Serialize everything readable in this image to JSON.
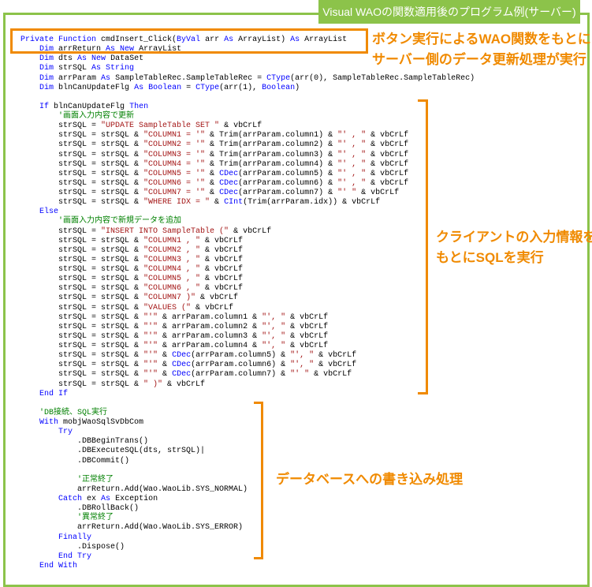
{
  "title": "Visual WAOの関数適用後のプログラム例(サーバー)",
  "annotations": {
    "top_line1": "ボタン実行によるWAO関数をもとに",
    "top_line2": "サーバー側のデータ更新処理が実行",
    "middle_line1": "クライアントの入力情報を",
    "middle_line2": "もとにSQLを実行",
    "bottom": "データベースへの書き込み処理"
  },
  "colors": {
    "frame": "#8cc34a",
    "accent": "#f08a00",
    "keyword": "#0000ff",
    "string": "#a31515",
    "comment": "#008000"
  },
  "code_lines": [
    [
      [
        "Private Function",
        "k"
      ],
      [
        " cmdInsert_Click(",
        ""
      ],
      [
        "ByVal",
        "k"
      ],
      [
        " arr ",
        ""
      ],
      [
        "As",
        "k"
      ],
      [
        " ArrayList) ",
        ""
      ],
      [
        "As",
        "k"
      ],
      [
        " ArrayList",
        ""
      ]
    ],
    [
      [
        "    ",
        ""
      ],
      [
        "Dim",
        "k"
      ],
      [
        " arrReturn ",
        ""
      ],
      [
        "As New",
        "k"
      ],
      [
        " ArrayList",
        ""
      ]
    ],
    [
      [
        "    ",
        ""
      ],
      [
        "Dim",
        "k"
      ],
      [
        " dts ",
        ""
      ],
      [
        "As New",
        "k"
      ],
      [
        " DataSet",
        ""
      ]
    ],
    [
      [
        "    ",
        ""
      ],
      [
        "Dim",
        "k"
      ],
      [
        " strSQL ",
        ""
      ],
      [
        "As String",
        "k"
      ]
    ],
    [
      [
        "    ",
        ""
      ],
      [
        "Dim",
        "k"
      ],
      [
        " arrParam ",
        ""
      ],
      [
        "As",
        "k"
      ],
      [
        " SampleTableRec.SampleTableRec = ",
        ""
      ],
      [
        "CType",
        "k"
      ],
      [
        "(arr(0), SampleTableRec.SampleTableRec)",
        ""
      ]
    ],
    [
      [
        "    ",
        ""
      ],
      [
        "Dim",
        "k"
      ],
      [
        " blnCanUpdateFlg ",
        ""
      ],
      [
        "As Boolean",
        "k"
      ],
      [
        " = ",
        ""
      ],
      [
        "CType",
        "k"
      ],
      [
        "(arr(1), ",
        ""
      ],
      [
        "Boolean",
        "k"
      ],
      [
        ")",
        ""
      ]
    ],
    [],
    [
      [
        "    ",
        ""
      ],
      [
        "If",
        "k"
      ],
      [
        " blnCanUpdateFlg ",
        ""
      ],
      [
        "Then",
        "k"
      ]
    ],
    [
      [
        "        ",
        ""
      ],
      [
        "'画面入力内容で更新",
        "c"
      ]
    ],
    [
      [
        "        strSQL = ",
        ""
      ],
      [
        "\"UPDATE SampleTable SET \"",
        "s"
      ],
      [
        " & vbCrLf",
        ""
      ]
    ],
    [
      [
        "        strSQL = strSQL & ",
        ""
      ],
      [
        "\"COLUMN1 = '\"",
        "s"
      ],
      [
        " & Trim(arrParam.column1) & ",
        ""
      ],
      [
        "\"' , \"",
        "s"
      ],
      [
        " & vbCrLf",
        ""
      ]
    ],
    [
      [
        "        strSQL = strSQL & ",
        ""
      ],
      [
        "\"COLUMN2 = '\"",
        "s"
      ],
      [
        " & Trim(arrParam.column2) & ",
        ""
      ],
      [
        "\"' , \"",
        "s"
      ],
      [
        " & vbCrLf",
        ""
      ]
    ],
    [
      [
        "        strSQL = strSQL & ",
        ""
      ],
      [
        "\"COLUMN3 = '\"",
        "s"
      ],
      [
        " & Trim(arrParam.column3) & ",
        ""
      ],
      [
        "\"' , \"",
        "s"
      ],
      [
        " & vbCrLf",
        ""
      ]
    ],
    [
      [
        "        strSQL = strSQL & ",
        ""
      ],
      [
        "\"COLUMN4 = '\"",
        "s"
      ],
      [
        " & Trim(arrParam.column4) & ",
        ""
      ],
      [
        "\"' , \"",
        "s"
      ],
      [
        " & vbCrLf",
        ""
      ]
    ],
    [
      [
        "        strSQL = strSQL & ",
        ""
      ],
      [
        "\"COLUMN5 = '\"",
        "s"
      ],
      [
        " & ",
        ""
      ],
      [
        "CDec",
        "k"
      ],
      [
        "(arrParam.column5) & ",
        ""
      ],
      [
        "\"' , \"",
        "s"
      ],
      [
        " & vbCrLf",
        ""
      ]
    ],
    [
      [
        "        strSQL = strSQL & ",
        ""
      ],
      [
        "\"COLUMN6 = '\"",
        "s"
      ],
      [
        " & ",
        ""
      ],
      [
        "CDec",
        "k"
      ],
      [
        "(arrParam.column6) & ",
        ""
      ],
      [
        "\"' , \"",
        "s"
      ],
      [
        " & vbCrLf",
        ""
      ]
    ],
    [
      [
        "        strSQL = strSQL & ",
        ""
      ],
      [
        "\"COLUMN7 = '\"",
        "s"
      ],
      [
        " & ",
        ""
      ],
      [
        "CDec",
        "k"
      ],
      [
        "(arrParam.column7) & ",
        ""
      ],
      [
        "\"' \"",
        "s"
      ],
      [
        " & vbCrLf",
        ""
      ]
    ],
    [
      [
        "        strSQL = strSQL & ",
        ""
      ],
      [
        "\"WHERE IDX = \"",
        "s"
      ],
      [
        " & ",
        ""
      ],
      [
        "CInt",
        "k"
      ],
      [
        "(Trim(arrParam.idx)) & vbCrLf",
        ""
      ]
    ],
    [
      [
        "    ",
        ""
      ],
      [
        "Else",
        "k"
      ]
    ],
    [
      [
        "        ",
        ""
      ],
      [
        "'画面入力内容で新規データを追加",
        "c"
      ]
    ],
    [
      [
        "        strSQL = ",
        ""
      ],
      [
        "\"INSERT INTO SampleTable (\"",
        "s"
      ],
      [
        " & vbCrLf",
        ""
      ]
    ],
    [
      [
        "        strSQL = strSQL & ",
        ""
      ],
      [
        "\"COLUMN1 , \"",
        "s"
      ],
      [
        " & vbCrLf",
        ""
      ]
    ],
    [
      [
        "        strSQL = strSQL & ",
        ""
      ],
      [
        "\"COLUMN2 , \"",
        "s"
      ],
      [
        " & vbCrLf",
        ""
      ]
    ],
    [
      [
        "        strSQL = strSQL & ",
        ""
      ],
      [
        "\"COLUMN3 , \"",
        "s"
      ],
      [
        " & vbCrLf",
        ""
      ]
    ],
    [
      [
        "        strSQL = strSQL & ",
        ""
      ],
      [
        "\"COLUMN4 , \"",
        "s"
      ],
      [
        " & vbCrLf",
        ""
      ]
    ],
    [
      [
        "        strSQL = strSQL & ",
        ""
      ],
      [
        "\"COLUMN5 , \"",
        "s"
      ],
      [
        " & vbCrLf",
        ""
      ]
    ],
    [
      [
        "        strSQL = strSQL & ",
        ""
      ],
      [
        "\"COLUMN6 , \"",
        "s"
      ],
      [
        " & vbCrLf",
        ""
      ]
    ],
    [
      [
        "        strSQL = strSQL & ",
        ""
      ],
      [
        "\"COLUMN7 )\"",
        "s"
      ],
      [
        " & vbCrLf",
        ""
      ]
    ],
    [
      [
        "        strSQL = strSQL & ",
        ""
      ],
      [
        "\"VALUES (\"",
        "s"
      ],
      [
        " & vbCrLf",
        ""
      ]
    ],
    [
      [
        "        strSQL = strSQL & ",
        ""
      ],
      [
        "\"'\"",
        "s"
      ],
      [
        " & arrParam.column1 & ",
        ""
      ],
      [
        "\"', \"",
        "s"
      ],
      [
        " & vbCrLf",
        ""
      ]
    ],
    [
      [
        "        strSQL = strSQL & ",
        ""
      ],
      [
        "\"'\"",
        "s"
      ],
      [
        " & arrParam.column2 & ",
        ""
      ],
      [
        "\"', \"",
        "s"
      ],
      [
        " & vbCrLf",
        ""
      ]
    ],
    [
      [
        "        strSQL = strSQL & ",
        ""
      ],
      [
        "\"'\"",
        "s"
      ],
      [
        " & arrParam.column3 & ",
        ""
      ],
      [
        "\"', \"",
        "s"
      ],
      [
        " & vbCrLf",
        ""
      ]
    ],
    [
      [
        "        strSQL = strSQL & ",
        ""
      ],
      [
        "\"'\"",
        "s"
      ],
      [
        " & arrParam.column4 & ",
        ""
      ],
      [
        "\"', \"",
        "s"
      ],
      [
        " & vbCrLf",
        ""
      ]
    ],
    [
      [
        "        strSQL = strSQL & ",
        ""
      ],
      [
        "\"'\"",
        "s"
      ],
      [
        " & ",
        ""
      ],
      [
        "CDec",
        "k"
      ],
      [
        "(arrParam.column5) & ",
        ""
      ],
      [
        "\"', \"",
        "s"
      ],
      [
        " & vbCrLf",
        ""
      ]
    ],
    [
      [
        "        strSQL = strSQL & ",
        ""
      ],
      [
        "\"'\"",
        "s"
      ],
      [
        " & ",
        ""
      ],
      [
        "CDec",
        "k"
      ],
      [
        "(arrParam.column6) & ",
        ""
      ],
      [
        "\"', \"",
        "s"
      ],
      [
        " & vbCrLf",
        ""
      ]
    ],
    [
      [
        "        strSQL = strSQL & ",
        ""
      ],
      [
        "\"'\"",
        "s"
      ],
      [
        " & ",
        ""
      ],
      [
        "CDec",
        "k"
      ],
      [
        "(arrParam.column7) & ",
        ""
      ],
      [
        "\"' \"",
        "s"
      ],
      [
        " & vbCrLf",
        ""
      ]
    ],
    [
      [
        "        strSQL = strSQL & ",
        ""
      ],
      [
        "\" )\"",
        "s"
      ],
      [
        " & vbCrLf",
        ""
      ]
    ],
    [
      [
        "    ",
        ""
      ],
      [
        "End If",
        "k"
      ]
    ],
    [],
    [
      [
        "    ",
        ""
      ],
      [
        "'DB接続、SQL実行",
        "c"
      ]
    ],
    [
      [
        "    ",
        ""
      ],
      [
        "With",
        "k"
      ],
      [
        " mobjWaoSqlSvDbCom",
        ""
      ]
    ],
    [
      [
        "        ",
        ""
      ],
      [
        "Try",
        "k"
      ]
    ],
    [
      [
        "            .DBBeginTrans()",
        ""
      ]
    ],
    [
      [
        "            .DBExecuteSQL(dts, strSQL)|",
        ""
      ]
    ],
    [
      [
        "            .DBCommit()",
        ""
      ]
    ],
    [],
    [
      [
        "            ",
        ""
      ],
      [
        "'正常終了",
        "c"
      ]
    ],
    [
      [
        "            arrReturn.Add(Wao.WaoLib.SYS_NORMAL)",
        ""
      ]
    ],
    [
      [
        "        ",
        ""
      ],
      [
        "Catch",
        "k"
      ],
      [
        " ex ",
        ""
      ],
      [
        "As",
        "k"
      ],
      [
        " Exception",
        ""
      ]
    ],
    [
      [
        "            .DBRollBack()",
        ""
      ]
    ],
    [
      [
        "            ",
        ""
      ],
      [
        "'異常終了",
        "c"
      ]
    ],
    [
      [
        "            arrReturn.Add(Wao.WaoLib.SYS_ERROR)",
        ""
      ]
    ],
    [
      [
        "        ",
        ""
      ],
      [
        "Finally",
        "k"
      ]
    ],
    [
      [
        "            .Dispose()",
        ""
      ]
    ],
    [
      [
        "        ",
        ""
      ],
      [
        "End Try",
        "k"
      ]
    ],
    [
      [
        "    ",
        ""
      ],
      [
        "End With",
        "k"
      ]
    ]
  ]
}
